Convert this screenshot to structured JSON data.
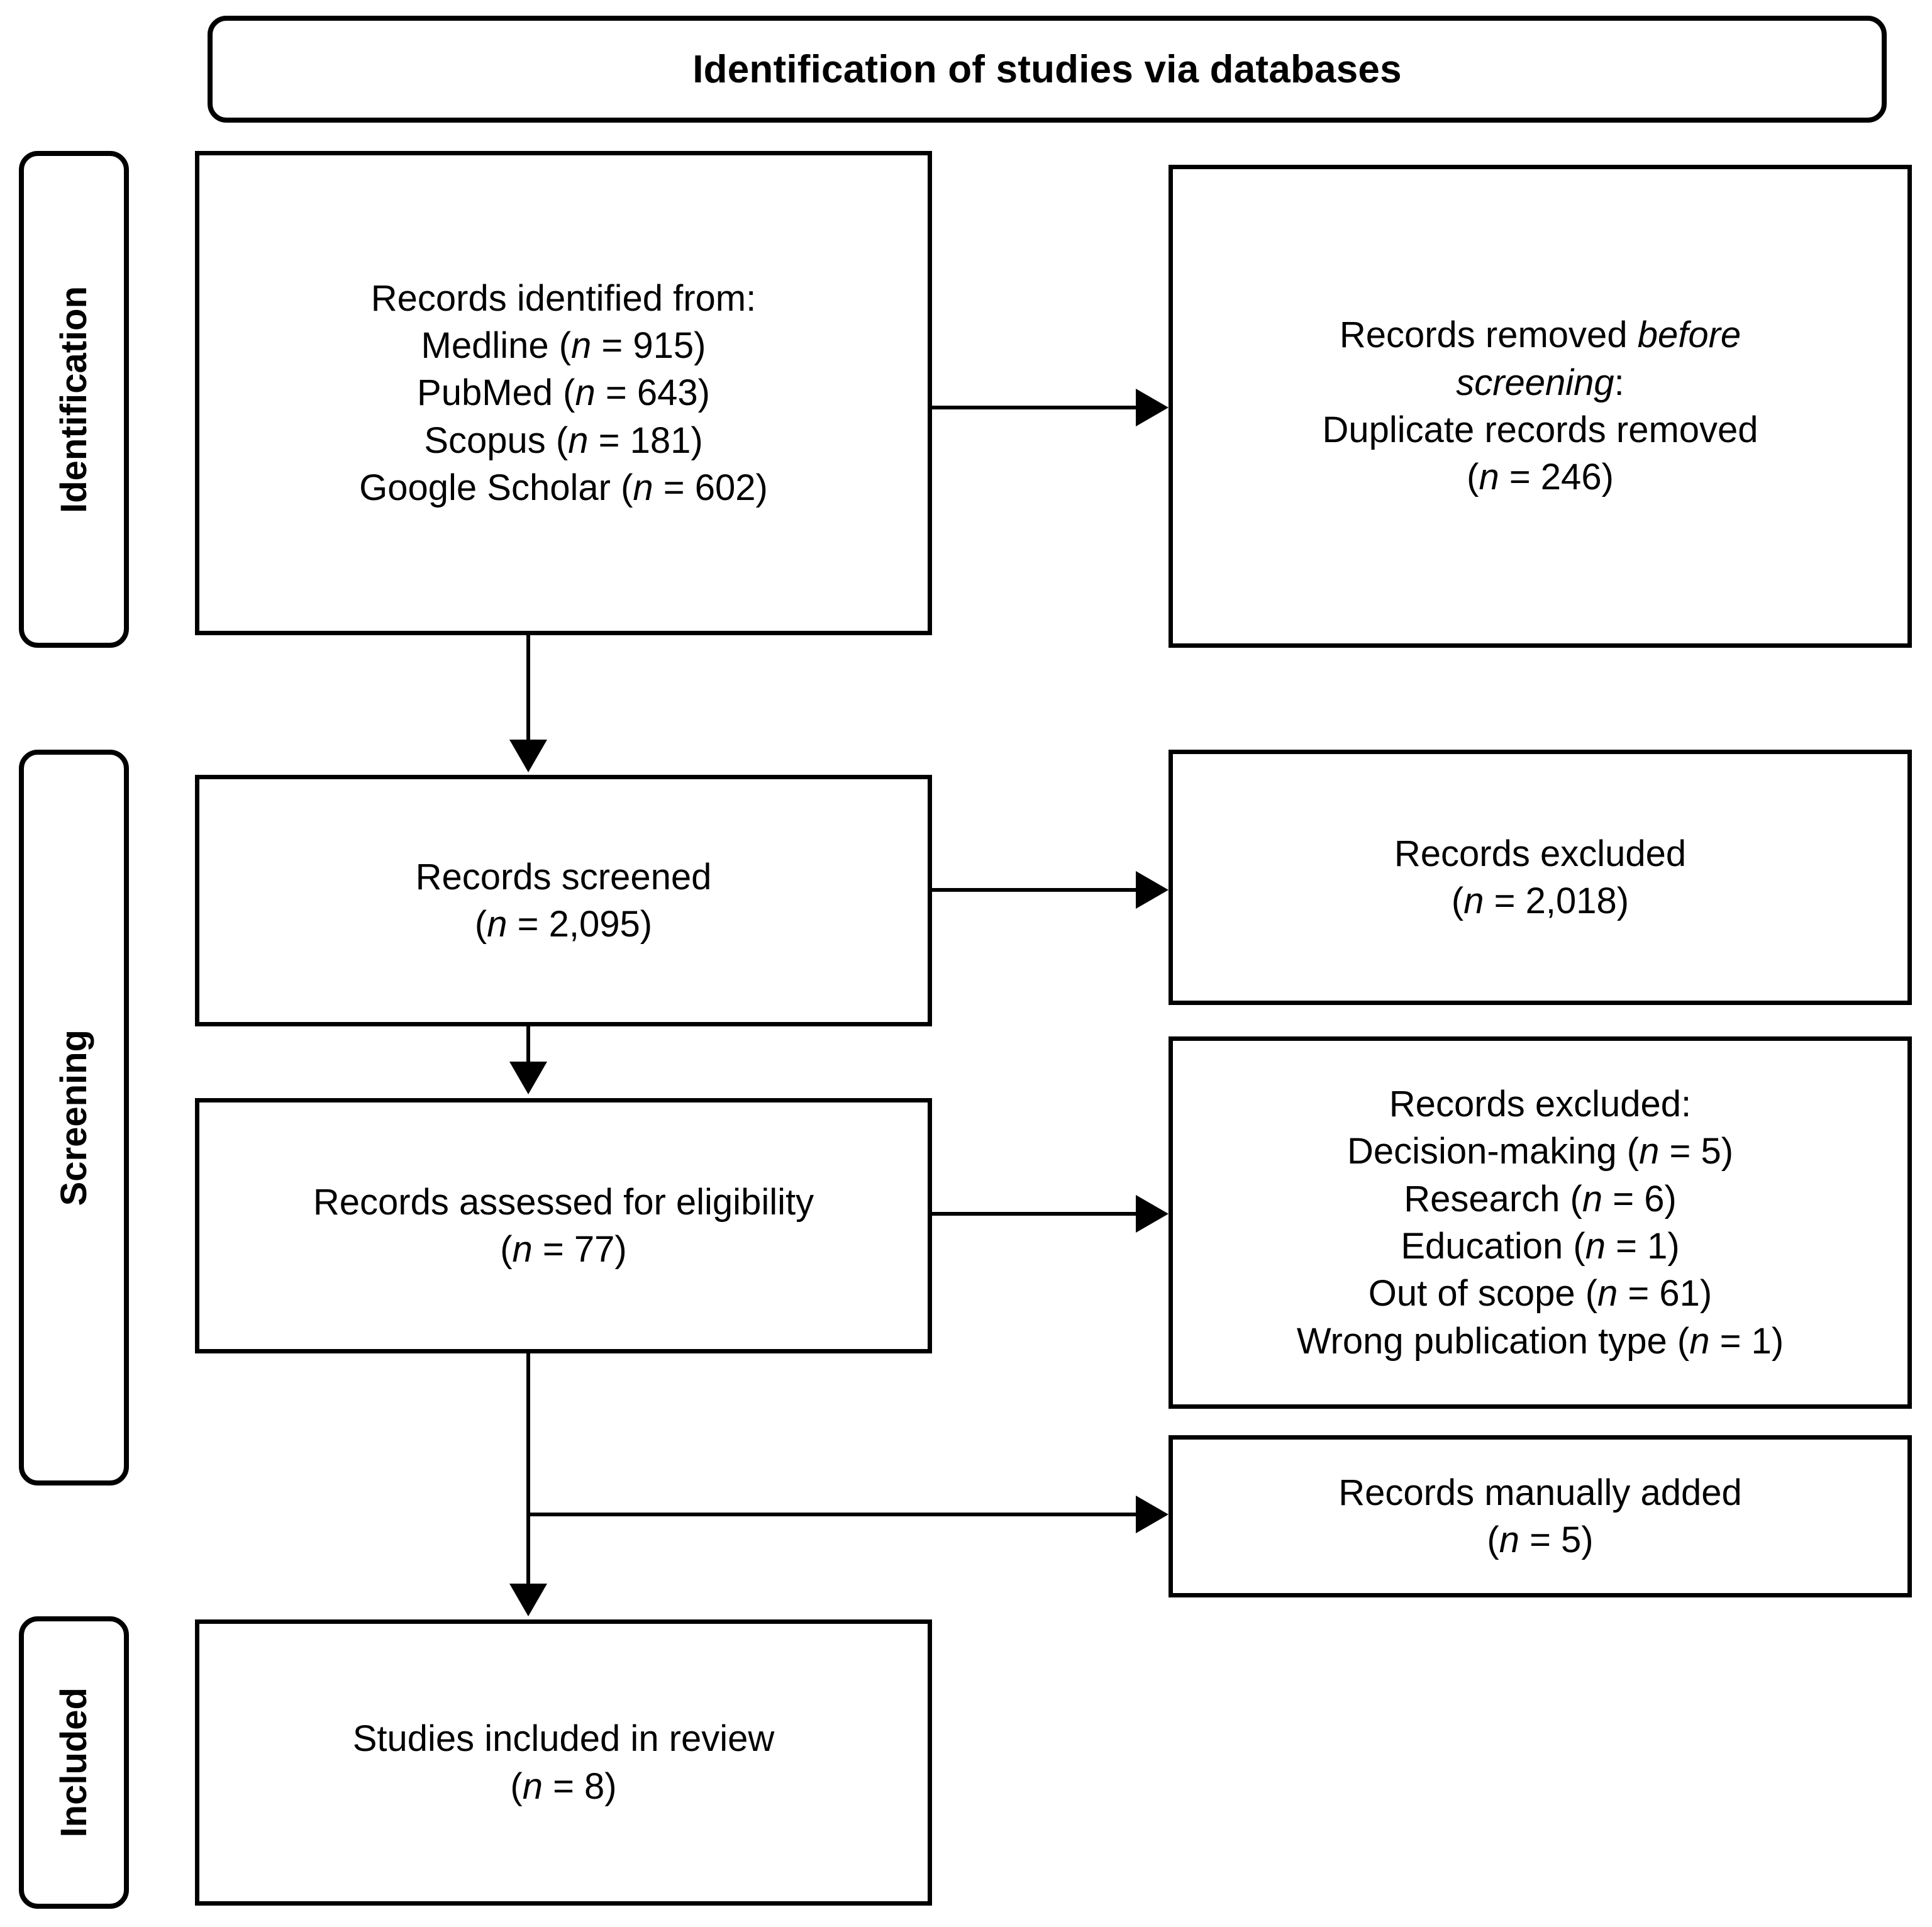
{
  "diagram": {
    "type": "prisma-flow-diagram",
    "header": {
      "label": "Identification of studies via databases"
    },
    "phases": [
      {
        "key": "identification",
        "label": "Identification"
      },
      {
        "key": "screening",
        "label": "Screening"
      },
      {
        "key": "included",
        "label": "Included"
      }
    ],
    "boxes": {
      "records_identified": {
        "name": "records-identified-box",
        "lines": [
          "Records identified from:",
          "Medline (n = 915)",
          "PubMed (n = 643)",
          "Scopus (n = 181)",
          "Google Scholar (n = 602)"
        ],
        "sources": [
          {
            "database": "Medline",
            "n": 915
          },
          {
            "database": "PubMed",
            "n": 643
          },
          {
            "database": "Scopus",
            "n": 181
          },
          {
            "database": "Google Scholar",
            "n": 602
          }
        ]
      },
      "records_removed_before_screening": {
        "name": "records-removed-before-screening-box",
        "lines": [
          "Records removed before",
          "screening:",
          "Duplicate records removed",
          "(n = 246)"
        ],
        "duplicate_records_removed_n": 246
      },
      "records_screened": {
        "name": "records-screened-box",
        "lines": [
          "Records screened",
          "(n = 2,095)"
        ],
        "n": 2095
      },
      "records_excluded_screening": {
        "name": "records-excluded-screening-box",
        "lines": [
          "Records excluded",
          "(n = 2,018)"
        ],
        "n": 2018
      },
      "records_assessed": {
        "name": "records-assessed-for-eligibility-box",
        "lines": [
          "Records assessed for eligibility",
          "(n = 77)"
        ],
        "n": 77
      },
      "records_excluded_eligibility": {
        "name": "records-excluded-eligibility-box",
        "lines": [
          "Records excluded:",
          "Decision-making (n = 5)",
          "Research (n = 6)",
          "Education (n = 1)",
          "Out of scope (n = 61)",
          "Wrong publication type (n = 1)"
        ],
        "reasons": [
          {
            "reason": "Decision-making",
            "n": 5
          },
          {
            "reason": "Research",
            "n": 6
          },
          {
            "reason": "Education",
            "n": 1
          },
          {
            "reason": "Out of scope",
            "n": 61
          },
          {
            "reason": "Wrong publication type",
            "n": 1
          }
        ]
      },
      "records_manually_added": {
        "name": "records-manually-added-box",
        "lines": [
          "Records manually added",
          "(n = 5)"
        ],
        "n": 5
      },
      "studies_included": {
        "name": "studies-included-in-review-box",
        "lines": [
          "Studies included in review",
          "(n = 8)"
        ],
        "n": 8
      }
    },
    "colors": {
      "stroke": "#000000",
      "background": "#ffffff"
    }
  }
}
